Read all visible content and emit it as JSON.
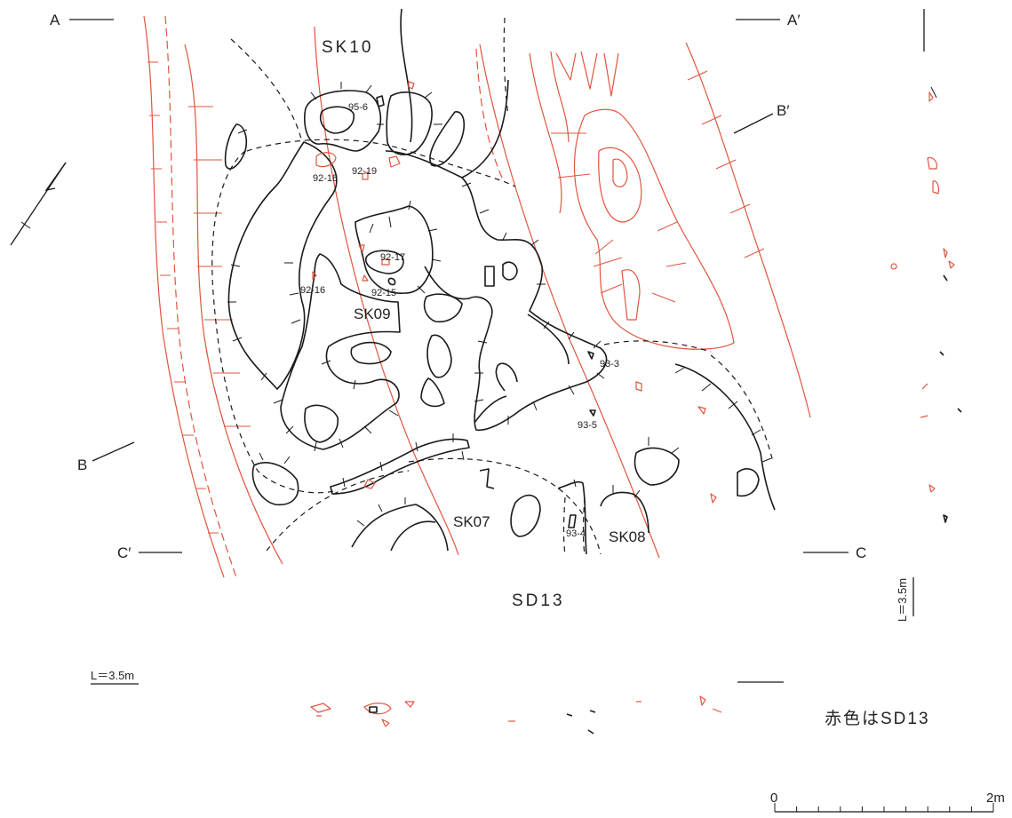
{
  "section_labels": {
    "a": "A",
    "a_prime": "A′",
    "b": "B",
    "b_prime": "B′",
    "c": "C",
    "c_prime": "C′"
  },
  "features": {
    "sk10": "SK10",
    "sk09": "SK09",
    "sk07": "SK07",
    "sk08": "SK08",
    "sd13": "SD13"
  },
  "find_numbers": [
    "95-6",
    "92-19",
    "92-18",
    "92-17",
    "92-16",
    "92-15",
    "93-3",
    "93-5",
    "93-4"
  ],
  "levels": {
    "left": "L＝3.5m",
    "right": "L＝3.5m"
  },
  "legend_note": "赤色はSD13",
  "scale_bar": {
    "start_label": "0",
    "end_label": "2m",
    "divisions": 10
  },
  "colors": {
    "sd13_red": "#e0553f",
    "other_black": "#1a1a1a"
  }
}
